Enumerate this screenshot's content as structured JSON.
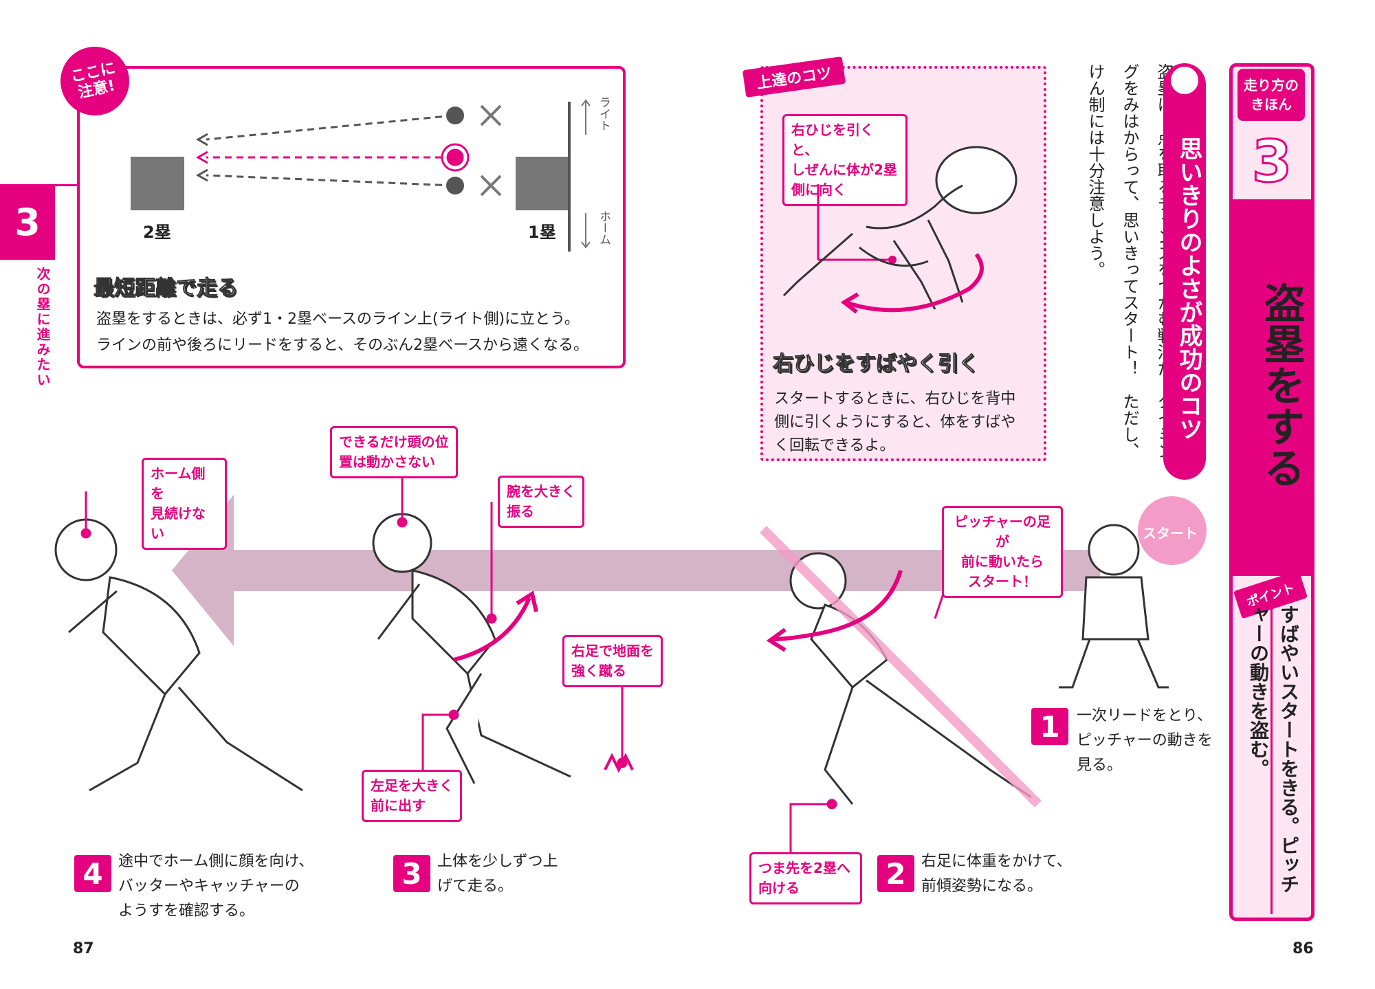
{
  "spine": {
    "number": "3",
    "text": "次の塁に進みたい"
  },
  "caution": {
    "badge_line1": "ここに",
    "badge_line2": "注意!",
    "label_right": "ライト",
    "label_home": "ホーム",
    "base2_label": "2塁",
    "base1_label": "1塁",
    "title": "最短距離で走る",
    "body_line1": "盗塁をするときは、必ず1・2塁ベースのライン上(ライト側)に立とう。",
    "body_line2": "ラインの前や後ろにリードをすると、そのぶん2塁ベースから遠くなる。"
  },
  "tip": {
    "badge": "上達のコツ",
    "callout_line1": "右ひじを引くと、",
    "callout_line2": "しぜんに体が2塁",
    "callout_line3": "側に向く",
    "title": "右ひじをすばやく引く",
    "body_line1": "スタートするときに、右ひじを背中",
    "body_line2": "側に引くようにすると、体をすばや",
    "body_line3": "く回転できるよ。"
  },
  "intro": {
    "text": "盗塁は、点を取るチャンスをつかむ戦法だ。タイミングをみはからって、思いきってスタート！　ただし、けん制には十分注意しよう。"
  },
  "sub_heading": "思いきりのよさが成功のコツ",
  "main": {
    "category_line1": "走り方の",
    "category_line2": "きほん",
    "lesson_number": "3",
    "title": "盗塁をする",
    "point_badge": "ポイント",
    "point_text": "すばやいスタートをきる。ピッチャーの動きを盗む。"
  },
  "callouts": {
    "head": "ホーム側を見続けない",
    "head_line1": "ホーム側を",
    "head_line2": "見続けない",
    "head_pos_line1": "できるだけ頭の位",
    "head_pos_line2": "置は動かさない",
    "arm_line1": "腕を大きく",
    "arm_line2": "振る",
    "right_foot_line1": "右足で地面を",
    "right_foot_line2": "強く蹴る",
    "left_foot_line1": "左足を大きく",
    "left_foot_line2": "前に出す",
    "pitcher_line1": "ピッチャーの足が",
    "pitcher_line2": "前に動いたら",
    "pitcher_line3": "スタート！",
    "toe_line1": "つま先を2塁へ",
    "toe_line2": "向ける",
    "start": "スタート"
  },
  "steps": [
    {
      "num": "1",
      "line1": "一次リードをとり、",
      "line2": "ピッチャーの動きを",
      "line3": "見る。"
    },
    {
      "num": "2",
      "line1": "右足に体重をかけて、",
      "line2": "前傾姿勢になる。"
    },
    {
      "num": "3",
      "line1": "上体を少しずつ上",
      "line2": "げて走る。"
    },
    {
      "num": "4",
      "line1": "途中でホーム側に顔を向け、",
      "line2": "バッターやキャッチャーの",
      "line3": "ようすを確認する。"
    }
  ],
  "pages": {
    "left": "87",
    "right": "86"
  },
  "colors": {
    "accent": "#e5007f",
    "accent_light": "#fde6f1"
  }
}
